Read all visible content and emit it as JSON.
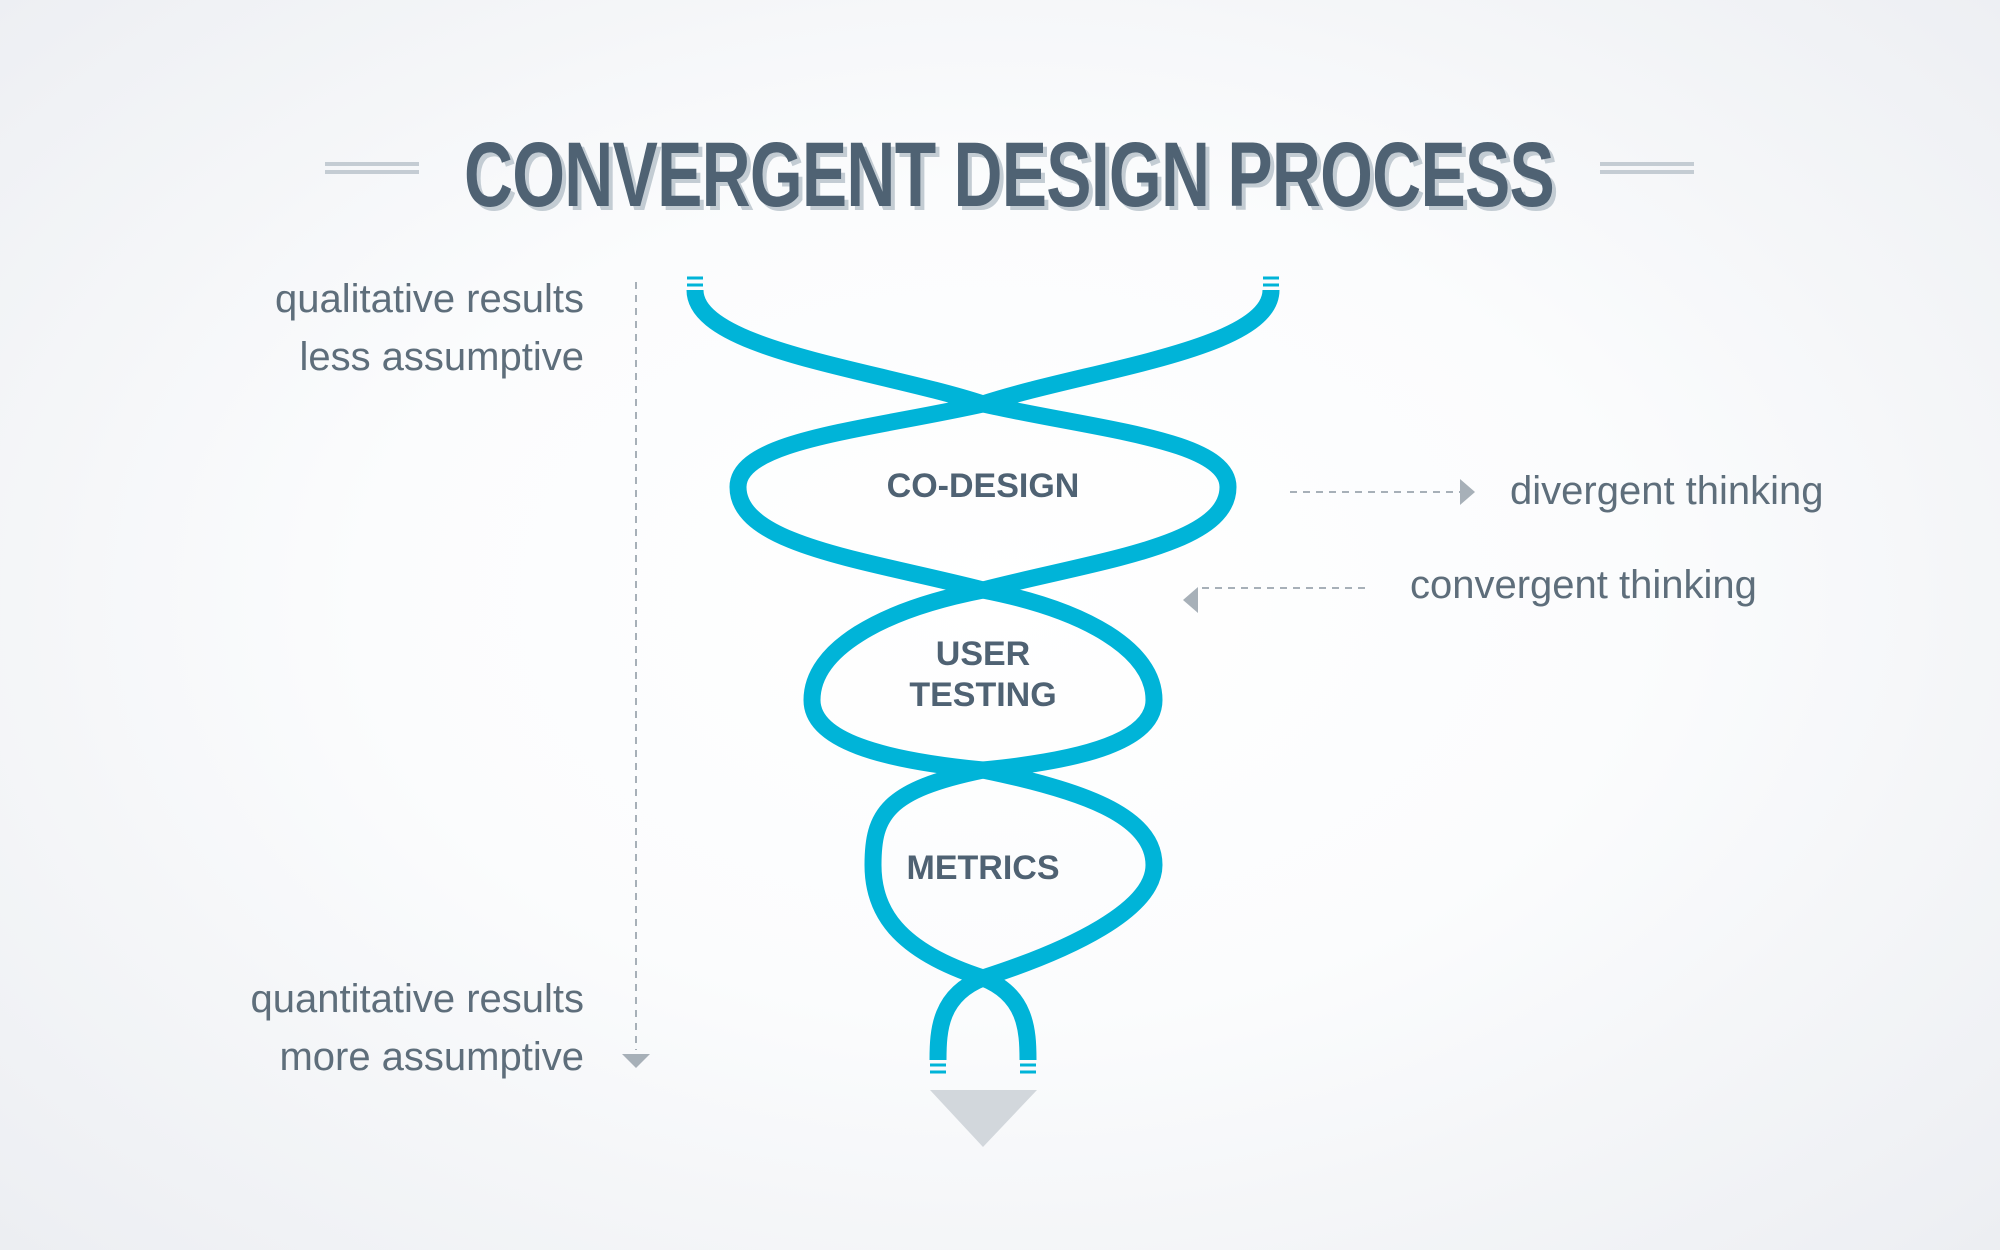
{
  "title": "CONVERGENT DESIGN PROCESS",
  "left_axis": {
    "top_line1": "qualitative results",
    "top_line2": "less assumptive",
    "bottom_line1": "quantitative results",
    "bottom_line2": "more assumptive"
  },
  "stages": {
    "co_design": "CO-DESIGN",
    "user_testing_line1": "USER",
    "user_testing_line2": "TESTING",
    "metrics": "METRICS"
  },
  "thinking": {
    "divergent": "divergent thinking",
    "convergent": "convergent thinking"
  },
  "colors": {
    "helix": "#00b4d8",
    "title": "#4f6273",
    "text": "#5e6e7b",
    "dashed": "#9aa5ae",
    "funnel": "#d2d7dc"
  }
}
